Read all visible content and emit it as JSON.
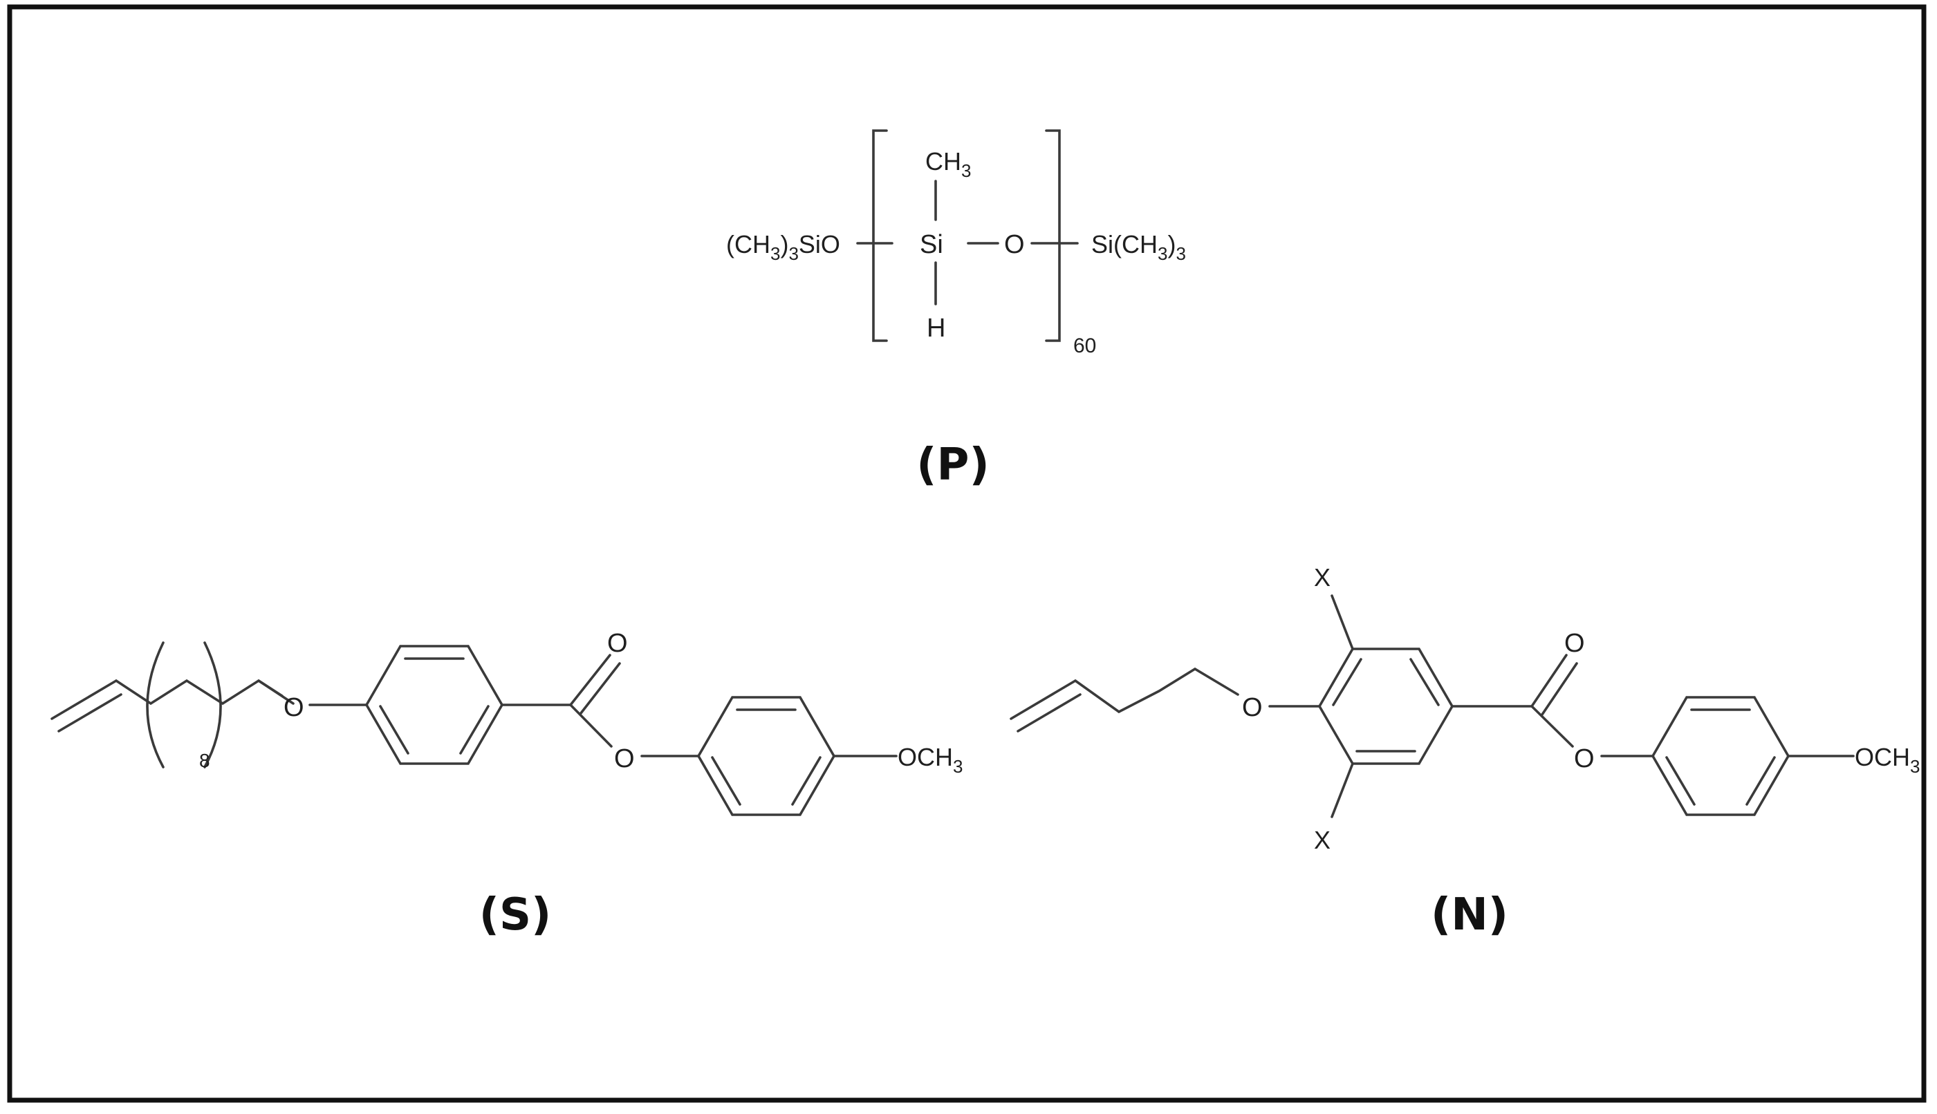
{
  "figure": {
    "frame_color": "#111111",
    "line_color": "#3a3a3a",
    "structures": {
      "P": {
        "caption": "(P)",
        "left_group": "(CH3)3SiO",
        "top_group": "CH3",
        "center_atom": "Si",
        "bottom_group": "H",
        "bridge_atom": "O",
        "right_group": "Si(CH3)3",
        "repeat_count": "60"
      },
      "S": {
        "caption": "(S)",
        "chain_repeat": "8",
        "ether_oxygen": "O",
        "carbonyl_oxygen": "O",
        "ester_oxygen": "O",
        "terminal_group": "OCH3"
      },
      "N": {
        "caption": "(N)",
        "substituent_top": "X",
        "substituent_bottom": "X",
        "ether_oxygen": "O",
        "carbonyl_oxygen": "O",
        "ester_oxygen": "O",
        "terminal_group": "OCH3"
      }
    }
  }
}
